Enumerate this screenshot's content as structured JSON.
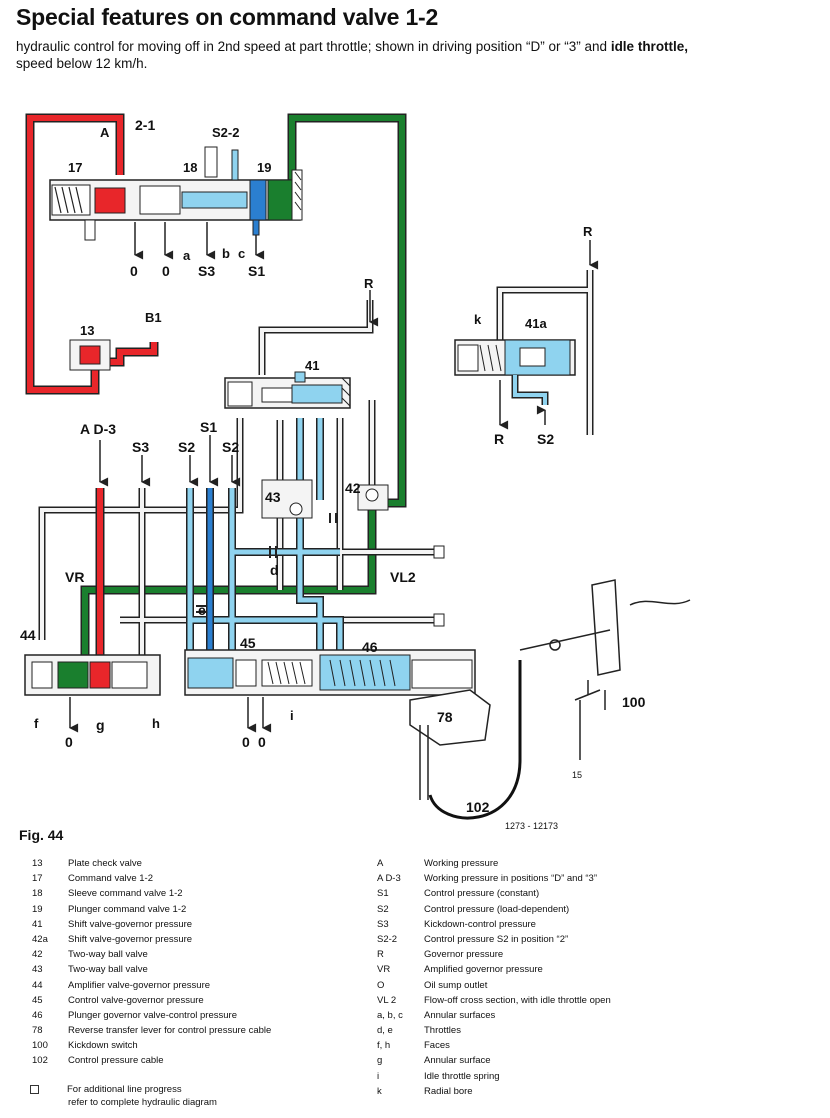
{
  "title": "Special features on command valve 1-2",
  "subtitle": {
    "text_a": "hydraulic control for moving off in 2nd speed at part throttle; shown in driving position “D” or “3” and ",
    "text_bold": "idle throttle,",
    "text_b": "speed below 12 km/h."
  },
  "colors": {
    "red": "#e8262a",
    "green": "#1a7f2e",
    "light_blue": "#8fd3ef",
    "blue": "#2b7fd0",
    "pressureless": "#f4f4f4",
    "line": "#222222"
  },
  "labels": {
    "l21": "2-1",
    "lA": "A",
    "lS22": "S2-2",
    "l17": "17",
    "l18": "18",
    "l19": "19",
    "la": "a",
    "lb": "b",
    "lc": "c",
    "l0a": "0",
    "l0b": "0",
    "lS3a": "S3",
    "lS1a": "S1",
    "l13": "13",
    "lB1": "B1",
    "lRtop": "R",
    "lRmid": "R",
    "l41": "41",
    "lk": "k",
    "l41a": "41a",
    "lRbot": "R",
    "lS2r": "S2",
    "lAD3": "A D-3",
    "lS3b": "S3",
    "lS1b": "S1",
    "lS2b": "S2",
    "lS2c": "S2",
    "l43": "43",
    "l42": "42",
    "ld": "d",
    "lVR": "VR",
    "lVL2": "VL2",
    "le": "e",
    "l44": "44",
    "l45": "45",
    "l46": "46",
    "lf": "f",
    "lg": "g",
    "lh": "h",
    "l0c": "0",
    "l0d": "0",
    "l0e": "0",
    "li": "i",
    "l78": "78",
    "l100": "100",
    "l15": "15",
    "l102": "102",
    "ref": "1273 - 12173"
  },
  "figure": "Fig. 44",
  "legend_left": [
    {
      "key": "13",
      "text": "Plate check valve"
    },
    {
      "key": "17",
      "text": "Command valve 1-2"
    },
    {
      "key": "18",
      "text": "Sleeve command valve 1-2"
    },
    {
      "key": "19",
      "text": "Plunger command valve 1-2"
    },
    {
      "key": "41",
      "text": "Shift valve-governor pressure"
    },
    {
      "key": "42a",
      "text": "Shift valve-governor pressure"
    },
    {
      "key": "42",
      "text": "Two-way ball valve"
    },
    {
      "key": "43",
      "text": "Two-way ball valve"
    },
    {
      "key": "44",
      "text": "Amplifier valve-governor pressure"
    },
    {
      "key": "45",
      "text": "Control valve-governor pressure"
    },
    {
      "key": "46",
      "text": "Plunger governor valve-control pressure"
    },
    {
      "key": "78",
      "text": "Reverse transfer lever for control pressure cable"
    },
    {
      "key": "100",
      "text": "Kickdown switch"
    },
    {
      "key": "102",
      "text": "Control pressure cable"
    }
  ],
  "legend_right": [
    {
      "key": "A",
      "text": "Working pressure"
    },
    {
      "key": "A D-3",
      "text": "Working pressure in positions “D” and “3”"
    },
    {
      "key": "S1",
      "text": "Control pressure (constant)"
    },
    {
      "key": "S2",
      "text": "Control pressure (load-dependent)"
    },
    {
      "key": "S3",
      "text": "Kickdown-control pressure"
    },
    {
      "key": "S2-2",
      "text": "Control pressure S2 in position “2”"
    },
    {
      "key": "R",
      "text": "Governor pressure"
    },
    {
      "key": "VR",
      "text": "Amplified governor pressure"
    },
    {
      "key": "O",
      "text": "Oil sump outlet"
    },
    {
      "key": "VL 2",
      "text": "Flow-off cross section, with idle throttle open"
    },
    {
      "key": "a, b, c",
      "text": "Annular surfaces"
    },
    {
      "key": "d, e",
      "text": "Throttles"
    },
    {
      "key": "f, h",
      "text": "Faces"
    },
    {
      "key": "g",
      "text": "Annular surface"
    },
    {
      "key": "i",
      "text": "Idle throttle spring"
    },
    {
      "key": "k",
      "text": "Radial bore"
    }
  ],
  "footnote": {
    "line1": "For additional line progress",
    "line2": "refer to complete hydraulic diagram"
  }
}
